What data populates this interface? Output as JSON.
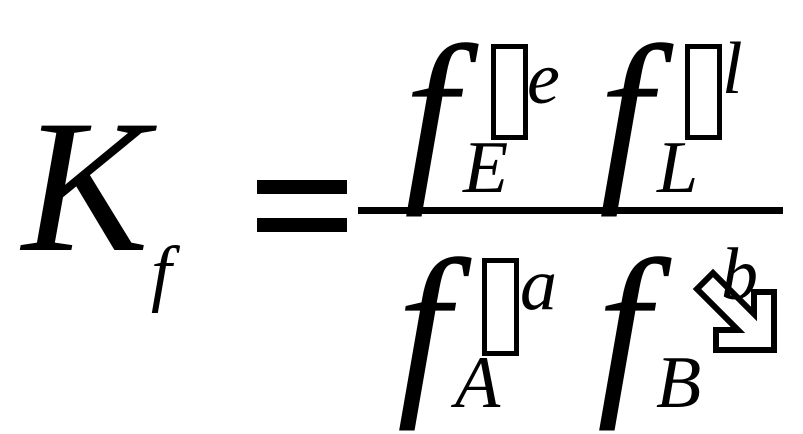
{
  "equation": {
    "lhs": {
      "symbol": "K",
      "subscript": "f"
    },
    "operator": "=",
    "numerator": [
      {
        "symbol": "f",
        "subscript": "E",
        "exponent": "e",
        "placeholder": ""
      },
      {
        "symbol": "f",
        "subscript": "L",
        "exponent": "l",
        "placeholder": ""
      }
    ],
    "denominator": [
      {
        "symbol": "f",
        "subscript": "A",
        "exponent": "a",
        "placeholder": ""
      },
      {
        "symbol": "f",
        "subscript": "B",
        "exponent": "b",
        "icon": "arrow-down-right-icon"
      }
    ]
  },
  "colors": {
    "text": "#000000",
    "background": "#ffffff"
  }
}
